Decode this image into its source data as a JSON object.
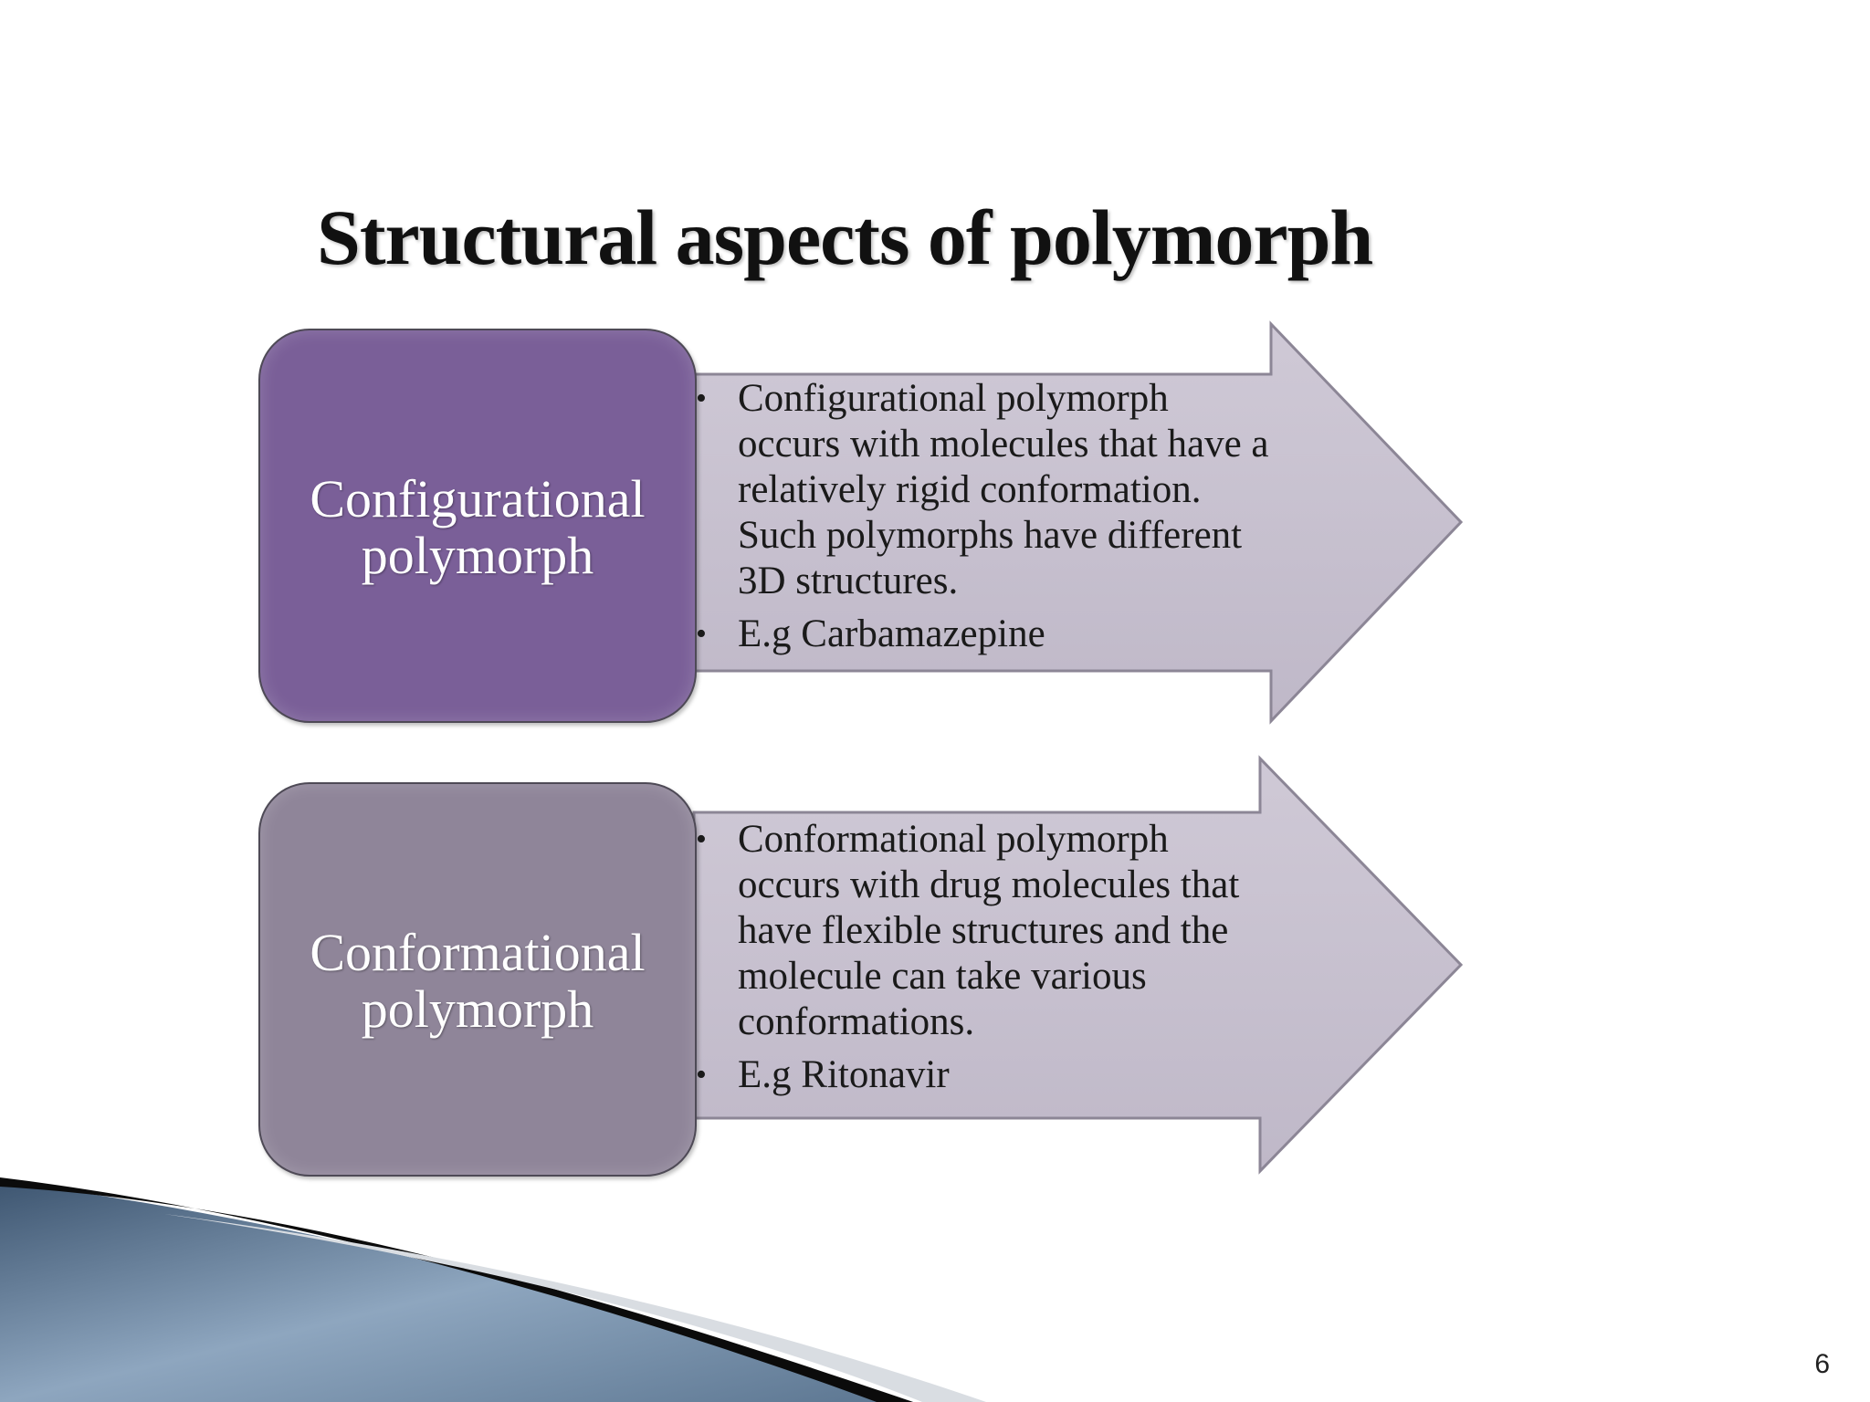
{
  "slide": {
    "title": "Structural aspects of polymorph",
    "page_number": "6"
  },
  "rows": [
    {
      "label": "Configurational\npolymorph",
      "color": "#7a5f98",
      "bullets": [
        "Configurational polymorph\noccurs with molecules that have a\nrelatively rigid conformation.\nSuch polymorphs have different\n3D structures.",
        "E.g  Carbamazepine"
      ]
    },
    {
      "label": "Conformational\npolymorph",
      "color": "#8f8599",
      "bullets": [
        "Conformational polymorph\noccurs with drug molecules that\nhave flexible structures and the\nmolecule can take various\nconformations.",
        "E.g  Ritonavir"
      ]
    }
  ],
  "theme": {
    "arrow_fill": "#c7c1cf",
    "accent_dark": "#0b0b0b",
    "accent_blue": "#6f8aa6"
  }
}
